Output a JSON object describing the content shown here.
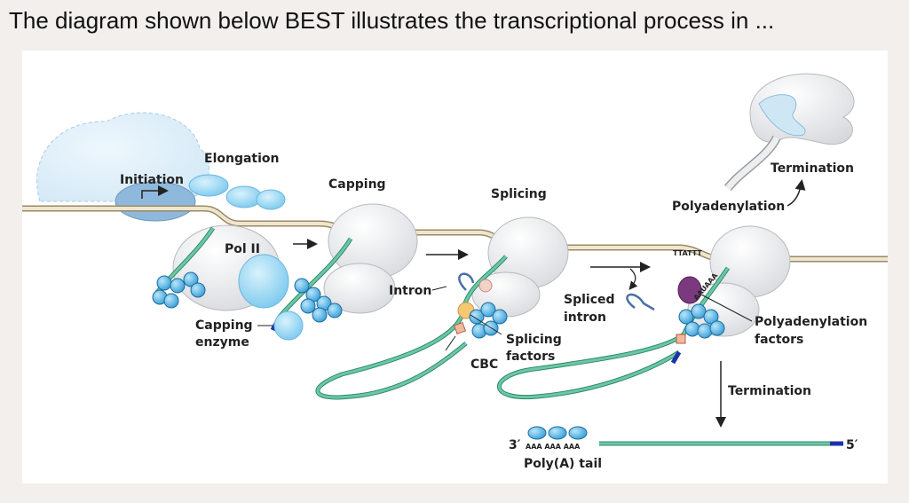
{
  "question": "The diagram shown below BEST illustrates the transcriptional process in ...",
  "diagram": {
    "labels": {
      "initiation": "Initiation",
      "elongation": "Elongation",
      "pol2": "Pol II",
      "capping_enzyme_1": "Capping",
      "capping_enzyme_2": "enzyme",
      "capping": "Capping",
      "intron": "Intron",
      "splicing": "Splicing",
      "cbc": "CBC",
      "splicing_factors_1": "Splicing",
      "splicing_factors_2": "factors",
      "spliced_intron_1": "Spliced",
      "spliced_intron_2": "intron",
      "polyadenylation": "Polyadenylation",
      "termination_top": "Termination",
      "ttattt": "TTATTT",
      "aauaaa": "AAUAAA",
      "polyadenylation_factors_1": "Polyadenylation",
      "polyadenylation_factors_2": "factors",
      "termination_bottom": "Termination",
      "three_prime": "3′",
      "polya_seq": "AAA AAA AAA",
      "five_prime": "5′",
      "polya_tail": "Poly(A) tail"
    },
    "colors": {
      "dna": "#c8b48a",
      "rna": "#4aa88a",
      "ctd_bead": "#58b3e0",
      "ctd_bead_dark": "#1d6d9c",
      "polymerase": "#e9eaec",
      "capping_enzyme": "#9fdcf4",
      "initiation_blob": "#d9ecf8",
      "cap_blue": "#1a33a8",
      "cbc": "#f0b9a0",
      "poly_factor": "#7b3a7f"
    }
  }
}
